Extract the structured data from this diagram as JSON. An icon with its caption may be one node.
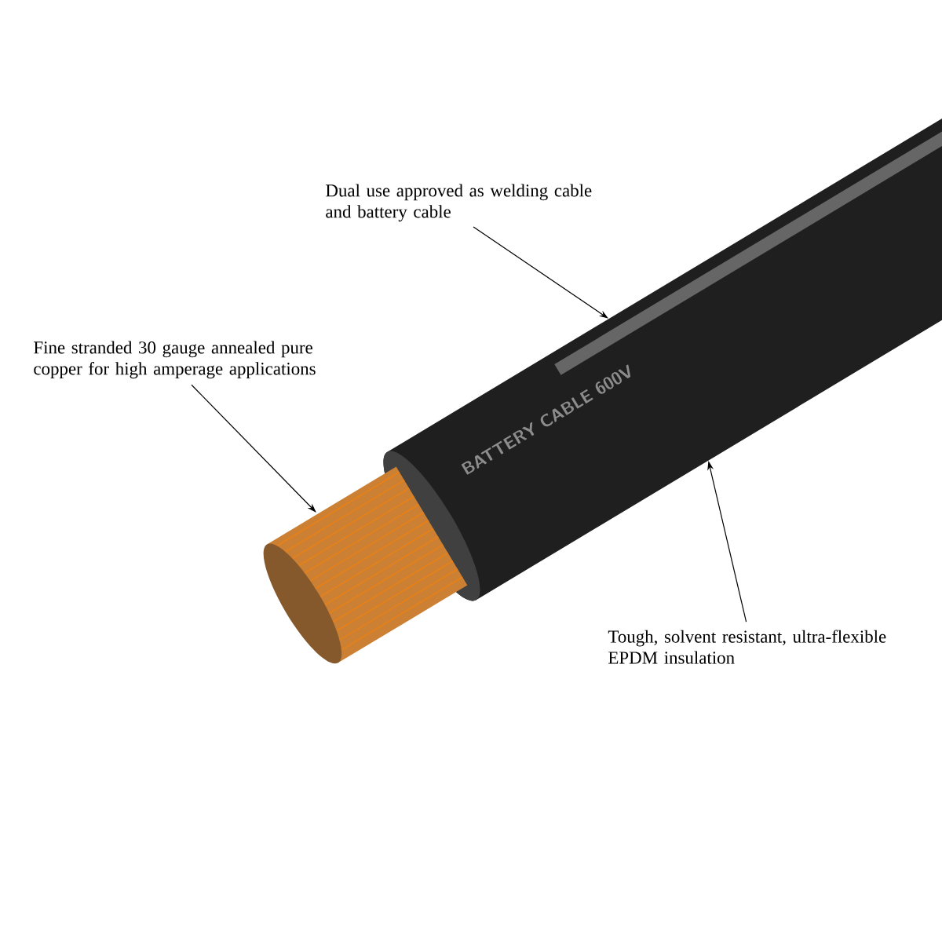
{
  "diagram": {
    "nodes": [
      {
        "text": [
          "Fine stranded 30 gauge annealed pure copper for high amperage applications"
        ]
      },
      {
        "text": [],
        "shape": "picture"
      },
      {
        "text": [
          "Dual use approved as welding cable and battery cable"
        ]
      },
      {
        "text": [],
        "shape": "picture"
      },
      {
        "text": [
          "Tough, solvent resistant, ultra-flexible EPDM insulation"
        ]
      }
    ],
    "edges": [
      {
        "from": 0,
        "to": 1,
        "arrow": "to"
      },
      {
        "from": 2,
        "to": 3,
        "arrow": "to"
      },
      {
        "from": 4,
        "to": 3,
        "arrow": "to"
      }
    ],
    "labels": [
      "BATTERY CABLE 600V"
    ]
  }
}
